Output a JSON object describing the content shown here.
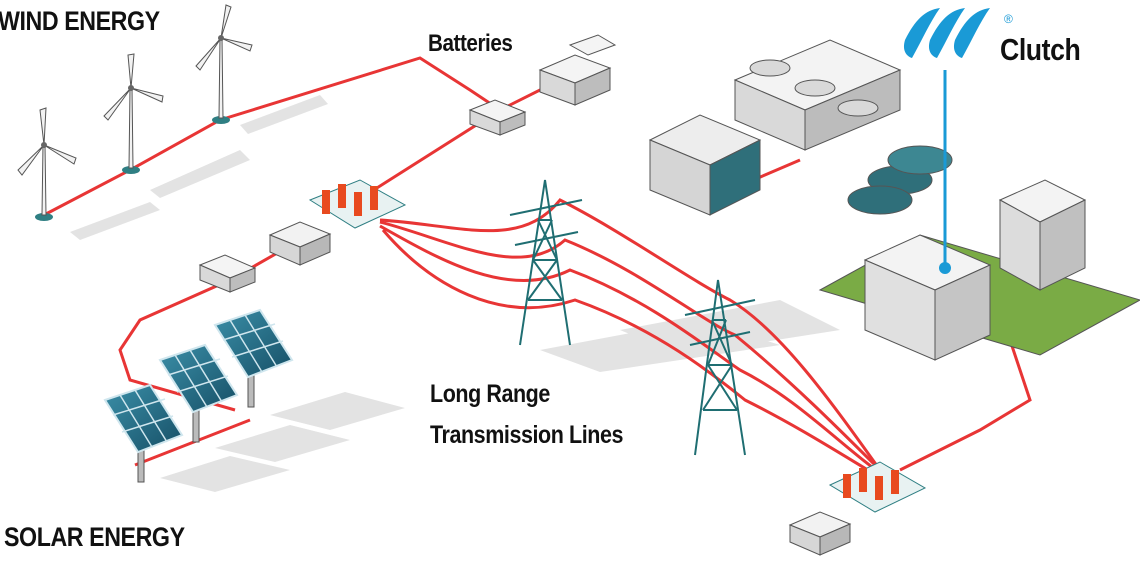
{
  "labels": {
    "wind": "WIND ENERGY",
    "solar": "SOLAR ENERGY",
    "batteries": "Batteries",
    "transmission_line1": "Long Range",
    "transmission_line2": "Transmission Lines"
  },
  "brand": {
    "name": "Clutch",
    "registered": "®"
  },
  "colors": {
    "power_line": "#e83535",
    "tower": "#1f6e72",
    "solar_panel": "#1f6e8c",
    "clutch_blue": "#1a9ad6",
    "ground_green": "#7aab45"
  }
}
